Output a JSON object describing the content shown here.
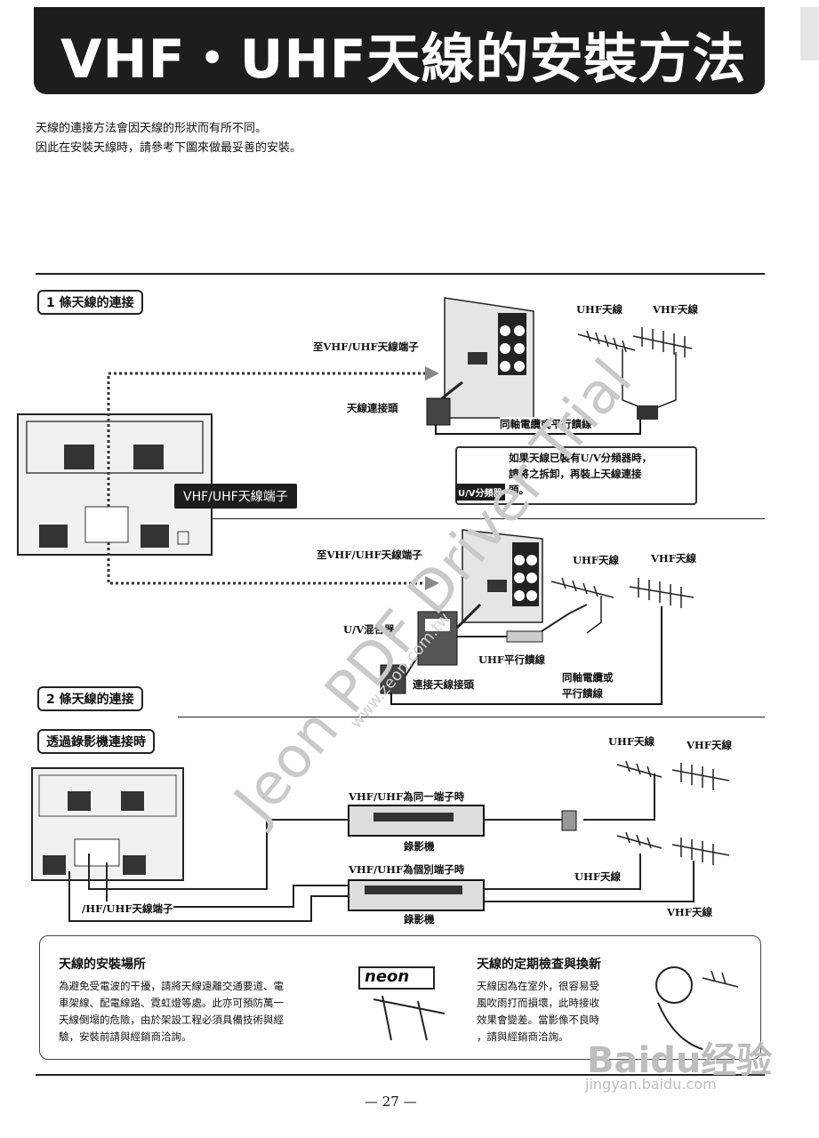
{
  "title": "VHF・UHF天線的安裝方法",
  "intro": {
    "line1": "天線的連接方法會因天線的形狀而有所不同。",
    "line2": "因此在安裝天線時，請參考下圖來做最妥善的安裝。"
  },
  "section1": {
    "label": "1 條天線的連接",
    "to_terminal": "至VHF/UHF天線端子",
    "uhf_antenna": "UHF天線",
    "vhf_antenna": "VHF天線",
    "connector": "天線連接頭",
    "cable": "同軸電纜或平行饋線",
    "note": {
      "text1": "如果天線已裝有U/V分頻器時，",
      "text2": "請將之拆卸，再裝上天線連接",
      "text3": "頭。",
      "device_label": "U/V分頻器"
    }
  },
  "tv_terminal_tag": "VHF/UHF天線端子",
  "section2": {
    "label": "2 條天線的連接",
    "to_terminal": "至VHF/UHF天線端子",
    "uhf_antenna": "UHF天線",
    "vhf_antenna": "VHF天線",
    "mixer": "U/V混合器",
    "uhf_feeder": "UHF平行饋線",
    "connector": "連接天線接頭",
    "cable_line1": "同軸電纜或",
    "cable_line2": "平行饋線"
  },
  "section3": {
    "label": "透過錄影機連接時",
    "uhf_antenna_top": "UHF天線",
    "vhf_antenna_top": "VHF天線",
    "same_terminal": "VHF/UHF為同一端子時",
    "vcr1": "錄影機",
    "separate_terminal": "VHF/UHF為個別端子時",
    "uhf_antenna_bottom": "UHF天線",
    "vhf_antenna_bottom": "VHF天線",
    "vcr2": "錄影機",
    "terminal_partial": "/HF/UHF天線端子"
  },
  "bottom": {
    "left_heading": "天線的安裝場所",
    "left_text1": "為避免受電波的干擾，請將天線遠離交通要道、電",
    "left_text2": "車架線、配電線路、霓虹燈等處。此亦可預防萬一",
    "left_text3": "天線倒塌的危險，由於架設工程必須具備技術與經",
    "left_text4": "驗，安裝前請與經銷商洽詢。",
    "neon_sign": "neon",
    "right_heading": "天線的定期檢查與換新",
    "right_text1": "天線因為在室外，很容易受",
    "right_text2": "風吹雨打而損壞，此時接收",
    "right_text3": "效果會變差。當影像不良時",
    "right_text4": "，請與經銷商洽詢。"
  },
  "page_number": "— 27 —",
  "watermark": {
    "main": "Jeon PDF Driver Trial",
    "url": "www.zeon.com.tw"
  },
  "baidu": {
    "logo": "Baidu经验",
    "url": "jingyan.baidu.com"
  }
}
